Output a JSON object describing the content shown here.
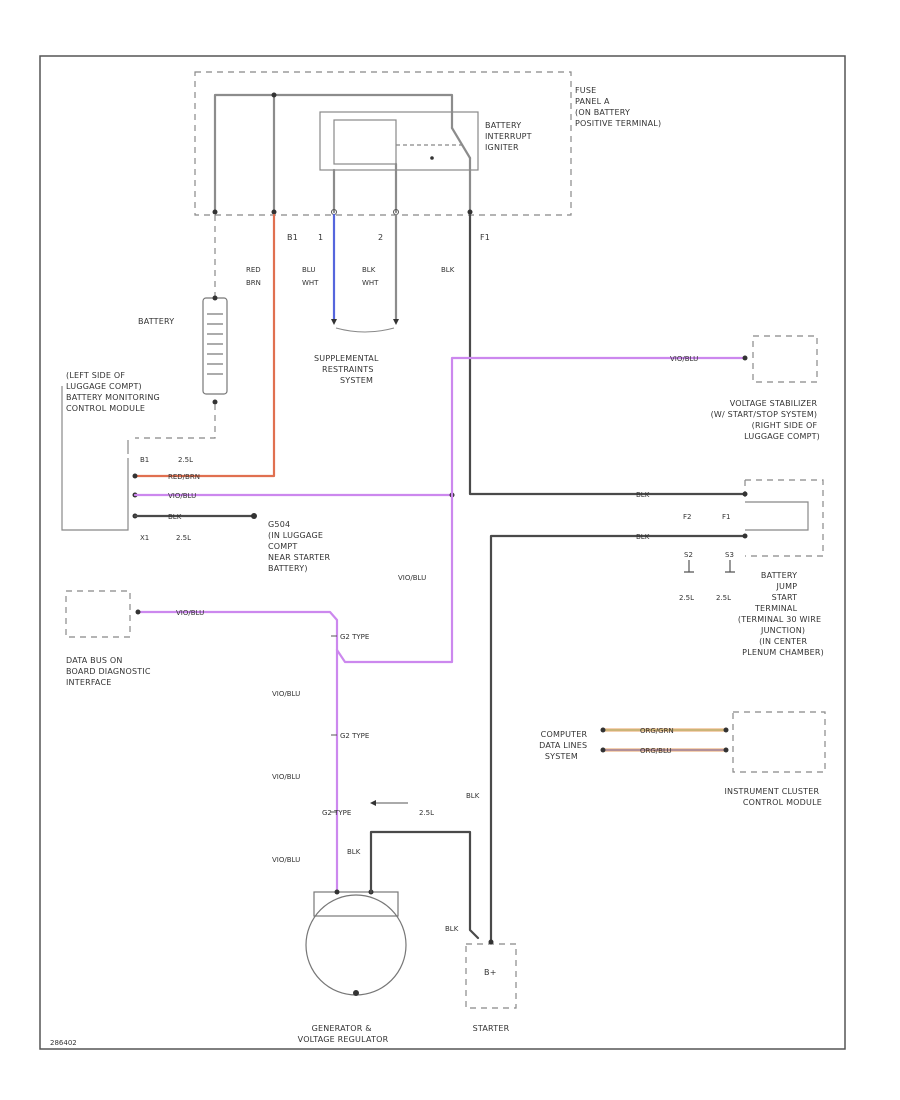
{
  "fuse_panel": {
    "lines": [
      "FUSE",
      "PANEL A",
      "(ON BATTERY",
      "POSITIVE TERMINAL)"
    ]
  },
  "interrupt": {
    "lines": [
      "BATTERY",
      "INTERRUPT",
      "IGNITER"
    ]
  },
  "pins_top": {
    "b1": "B1",
    "p1": "1",
    "p2": "2",
    "f1": "F1"
  },
  "wires_top": {
    "red": [
      "RED",
      "BRN"
    ],
    "blu1": [
      "BLU",
      "WHT"
    ],
    "blu2": [
      "BLK",
      "WHT"
    ],
    "blk": "BLK"
  },
  "battery": {
    "label": "BATTERY"
  },
  "restraints": {
    "lines": [
      "SUPPLEMENTAL",
      "RESTRAINTS",
      "SYSTEM"
    ]
  },
  "bms": {
    "lines": [
      "(LEFT SIDE OF",
      "LUGGAGE COMPT)",
      "BATTERY MONITORING",
      "CONTROL MODULE"
    ]
  },
  "bms_pins": {
    "b1": "B1",
    "x1": "X1",
    "size1": "2.5L",
    "size2": "2.5L"
  },
  "bms_wires": {
    "redbrn": "RED/BRN",
    "viobl": "VIO/BLU",
    "blk": "BLK"
  },
  "g504": {
    "lines": [
      "G504",
      "(IN LUGGAGE",
      "COMPT",
      "NEAR STARTER",
      "BATTERY)"
    ]
  },
  "voltage_stab": {
    "lines": [
      "VOLTAGE STABILIZER",
      "(W/ START/STOP SYSTEM)",
      "(RIGHT SIDE OF",
      "LUGGAGE COMPT)"
    ]
  },
  "vs_wire": "VIO/BLU",
  "jump": {
    "wire1": "BLK",
    "wire2": "BLK",
    "pins": [
      "F2",
      "F1"
    ],
    "sub": [
      "S2",
      "S3"
    ],
    "sizes": [
      "2.5L",
      "2.5L"
    ],
    "lines": [
      "BATTERY",
      "JUMP",
      "START",
      "TERMINAL",
      "(TERMINAL 30 WIRE",
      "JUNCTION)",
      "(IN CENTER",
      "PLENUM CHAMBER)"
    ]
  },
  "center_wire": "VIO/BLU",
  "data_bus": {
    "lines": [
      "DATA BUS ON",
      "BOARD DIAGNOSTIC",
      "INTERFACE"
    ],
    "wire": "VIO/BLU"
  },
  "vio_wire_labels": [
    "VIO/BLU",
    "VIO/BLU",
    "VIO/BLU"
  ],
  "splices": [
    "G2 TYPE",
    "G2 TYPE",
    "G2 TYPE"
  ],
  "gen_size": "2.5L",
  "computer": {
    "lines": [
      "COMPUTER",
      "DATA LINES",
      "SYSTEM"
    ],
    "w1": "ORG/GRN",
    "w2": "ORG/BLU"
  },
  "ic": {
    "lines": [
      "INSTRUMENT CLUSTER",
      "CONTROL MODULE"
    ]
  },
  "gen_wire": "BLK",
  "starter_wires": {
    "a": "BLK",
    "b": "BLK"
  },
  "generator": {
    "lines": [
      "GENERATOR &",
      "VOLTAGE REGULATOR"
    ]
  },
  "starter": {
    "label": "STARTER",
    "pin": "B+"
  },
  "footer": "286402"
}
